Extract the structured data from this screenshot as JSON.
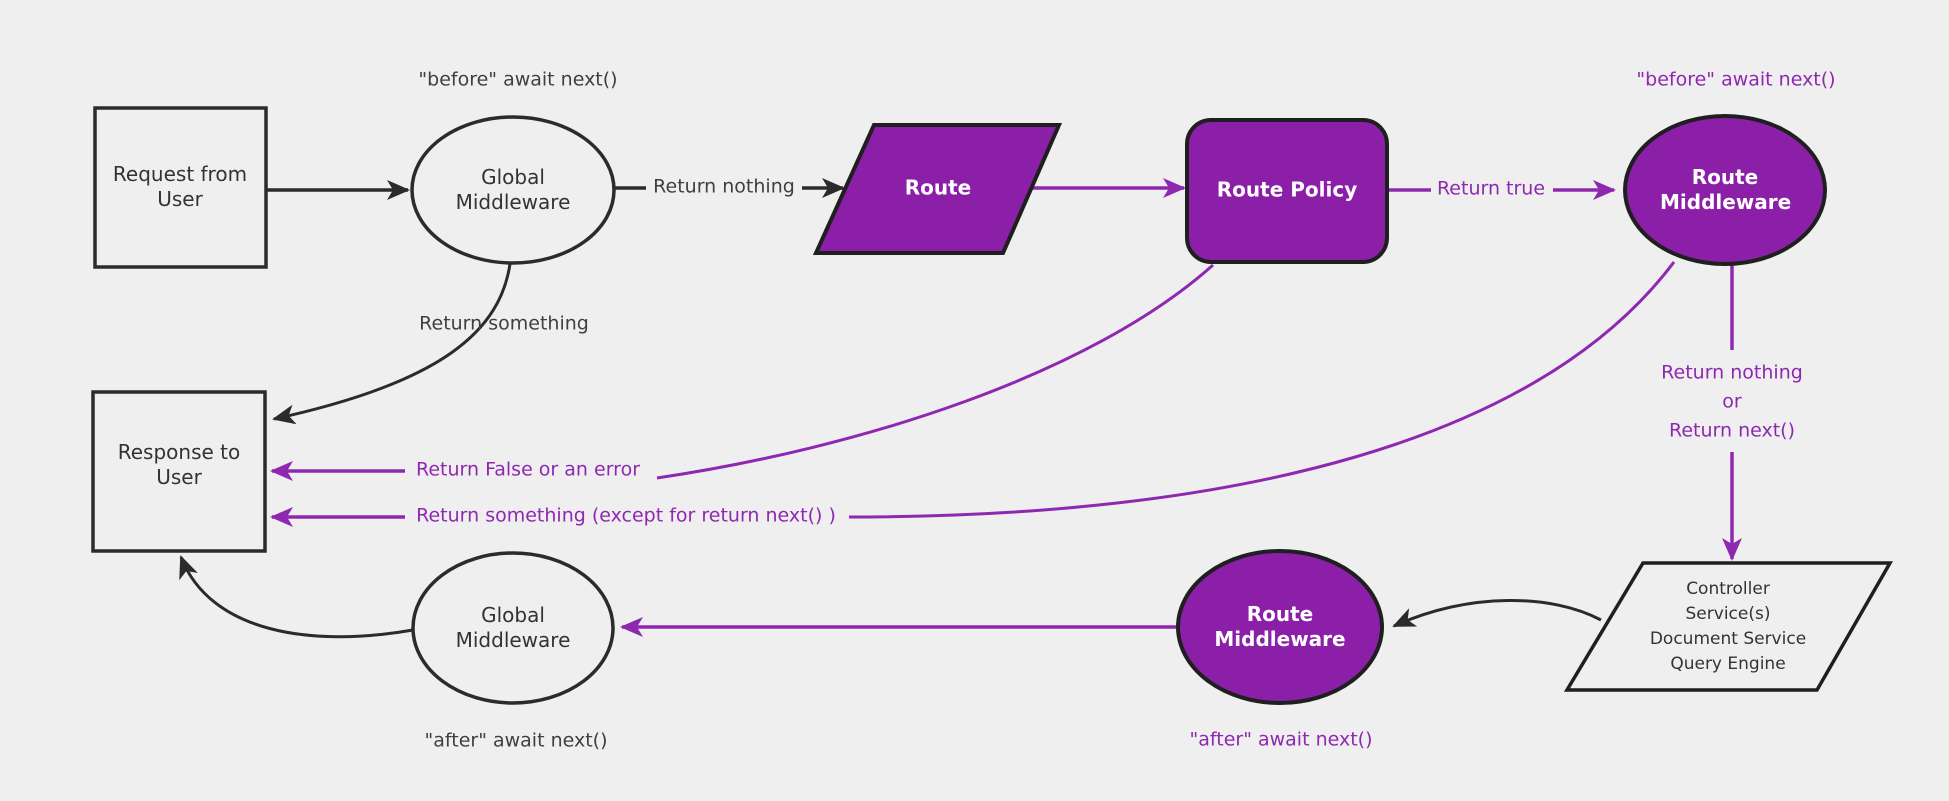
{
  "colors": {
    "background": "#efefef",
    "purple_fill": "#8c1fa8",
    "purple_line": "#8f28b0",
    "dark_line": "#2b2b2b",
    "dark_text": "#3a3a3a",
    "white_text": "#ffffff"
  },
  "nodes": {
    "request": {
      "label": "Request from User"
    },
    "global_middleware_top": {
      "label": "Global Middleware"
    },
    "route": {
      "label": "Route"
    },
    "route_policy": {
      "label": "Route Policy"
    },
    "route_middleware_top": {
      "label": "Route Middleware"
    },
    "response": {
      "label": "Response to User"
    },
    "controller": {
      "lines": [
        "Controller",
        "Service(s)",
        "Document Service",
        "Query Engine"
      ]
    },
    "route_middleware_bottom": {
      "label": "Route Middleware"
    },
    "global_middleware_bottom": {
      "label": "Global Middleware"
    }
  },
  "edge_labels": {
    "before_global": "\"before\" await next()",
    "return_nothing": "Return nothing",
    "return_something": "Return something",
    "return_true": "Return true",
    "before_route": "\"before\" await next()",
    "return_false": "Return False or an error",
    "return_something_except": "Return something (except for return next() )",
    "return_nothing_or": [
      "Return nothing",
      "or",
      "Return next()"
    ],
    "after_route": "\"after\" await next()",
    "after_global": "\"after\" await next()"
  }
}
